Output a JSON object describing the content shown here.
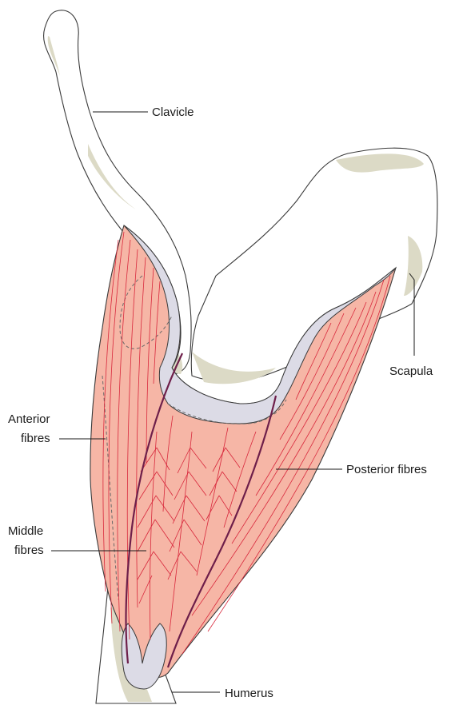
{
  "labels": {
    "clavicle": "Clavicle",
    "scapula": "Scapula",
    "anterior_line1": "Anterior",
    "anterior_line2": "fibres",
    "posterior": "Posterior fibres",
    "middle_line1": "Middle",
    "middle_line2": "fibres",
    "humerus": "Humerus"
  },
  "colors": {
    "muscle": "#f6b6a6",
    "fibre": "#d8283c",
    "bone_shade": "#dcdac6",
    "tendon": "#dcdbe6",
    "division_line": "#6e1f4a"
  }
}
